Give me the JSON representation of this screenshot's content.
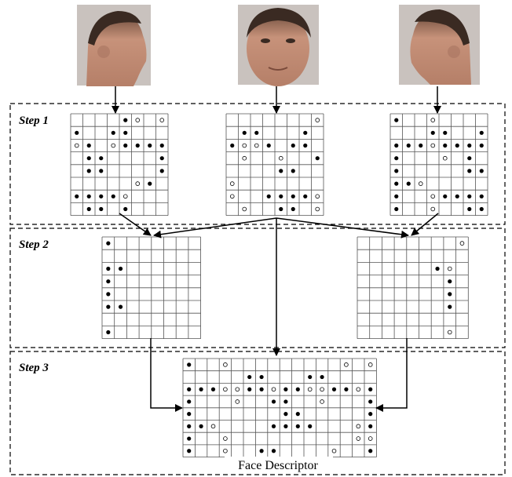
{
  "steps": [
    "Step 1",
    "Step 2",
    "Step 3"
  ],
  "caption": "Face Descriptor",
  "photos": [
    "face-left-profile-photo",
    "face-frontal-photo",
    "face-right-profile-photo"
  ],
  "grids": {
    "step1_left": {
      "rows": [
        "....xo.o",
        "x..xx...",
        "ox.oxxxx",
        ".xx....x",
        ".xx....x",
        ".....ox.",
        "xxxxo...",
        ".xx.x..."
      ]
    },
    "step1_center": {
      "rows": [
        ".......o",
        ".xx...x.",
        "xoox.xx.",
        ".o..o..x",
        "....xx..",
        "o.......",
        "o..xxxxo",
        ".o..xx.o"
      ]
    },
    "step1_right": {
      "rows": [
        "x..o....",
        "...xx..x",
        "xxxoxxxx",
        "x...o.x.",
        "x.....xx",
        "xxo.....",
        "x..oxxxx",
        "x..o..xx"
      ]
    },
    "step2_left": {
      "rows": [
        "x.......",
        "........",
        "xx......",
        "x.......",
        "x.......",
        "xx......",
        "........",
        "x......."
      ]
    },
    "step2_right": {
      "rows": [
        "........o",
        "........",
        "......xo",
        ".......x",
        ".......x",
        ".......x",
        "........",
        ".......o"
      ]
    },
    "step3": {
      "rows": [
        "x..o.........o.o",
        ".....xx...xx....",
        "xxxooxxoxxooxxox",
        "x...o..xx..o...x",
        "x.......xx.....x",
        "xxo....xxxx...ox",
        "x..o..........oo",
        "x..o..xx....o..x"
      ]
    }
  }
}
